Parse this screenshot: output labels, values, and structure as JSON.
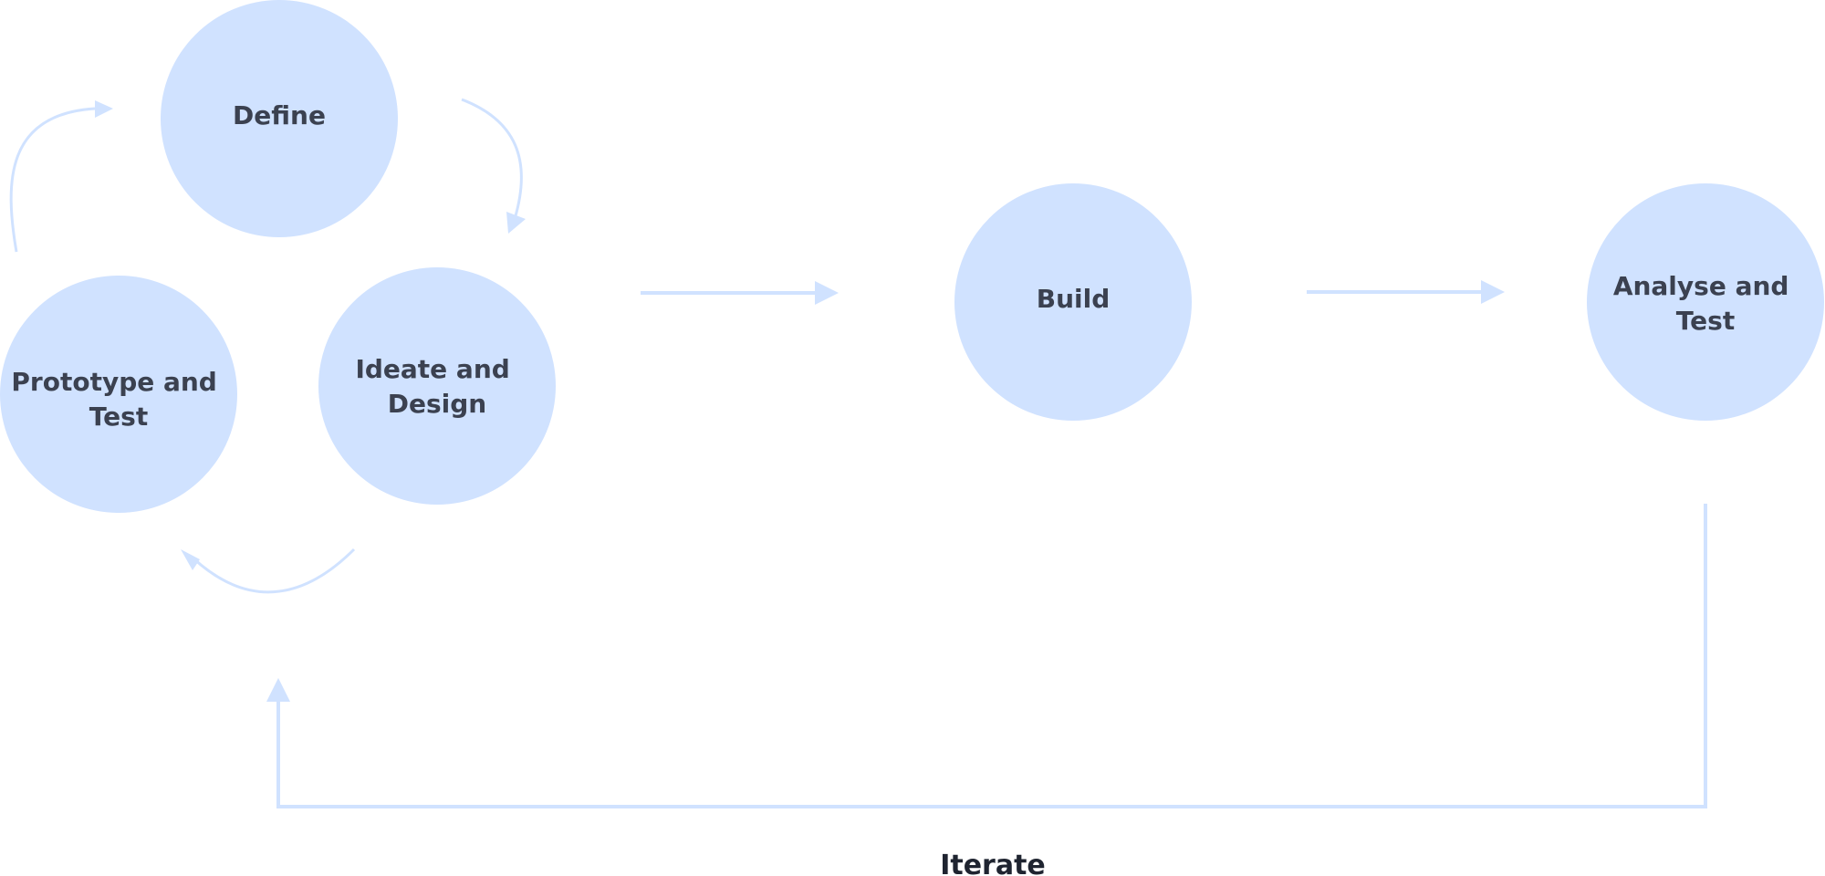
{
  "nodes": {
    "define": "Define",
    "ideate": [
      "Ideate and",
      "Design"
    ],
    "prototype": [
      "Prototype and",
      "Test"
    ],
    "build": "Build",
    "analyse": [
      "Analyse and",
      "Test"
    ]
  },
  "loop_label": "Iterate",
  "colors": {
    "circle_fill": "#d0e2ff",
    "connector": "#d0e2ff",
    "node_text": "#3b4150",
    "loop_text": "#1f2430"
  }
}
